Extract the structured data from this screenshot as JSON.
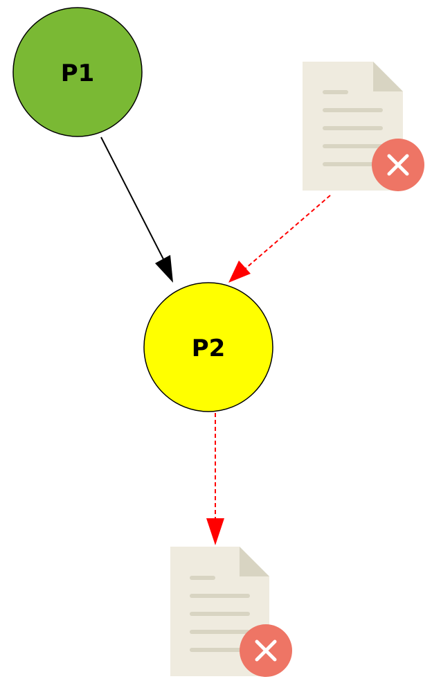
{
  "nodes": [
    {
      "id": "p1",
      "label": "P1",
      "fill": "#7ab934"
    },
    {
      "id": "p2",
      "label": "P2",
      "fill": "#ffff00"
    }
  ],
  "documents": [
    {
      "id": "doc-top",
      "status": "error",
      "badge_color": "#ee7565",
      "paper_color": "#efebdf",
      "fold_color": "#d8d4c2"
    },
    {
      "id": "doc-bottom",
      "status": "error",
      "badge_color": "#ee7565",
      "paper_color": "#efebdf",
      "fold_color": "#d8d4c2"
    }
  ],
  "edges": [
    {
      "from": "p1",
      "to": "p2",
      "style": "solid",
      "color": "#000000"
    },
    {
      "from": "doc-top",
      "to": "p2",
      "style": "dashed",
      "color": "#ff0000"
    },
    {
      "from": "p2",
      "to": "doc-bottom",
      "style": "dashed",
      "color": "#ff0000"
    }
  ]
}
